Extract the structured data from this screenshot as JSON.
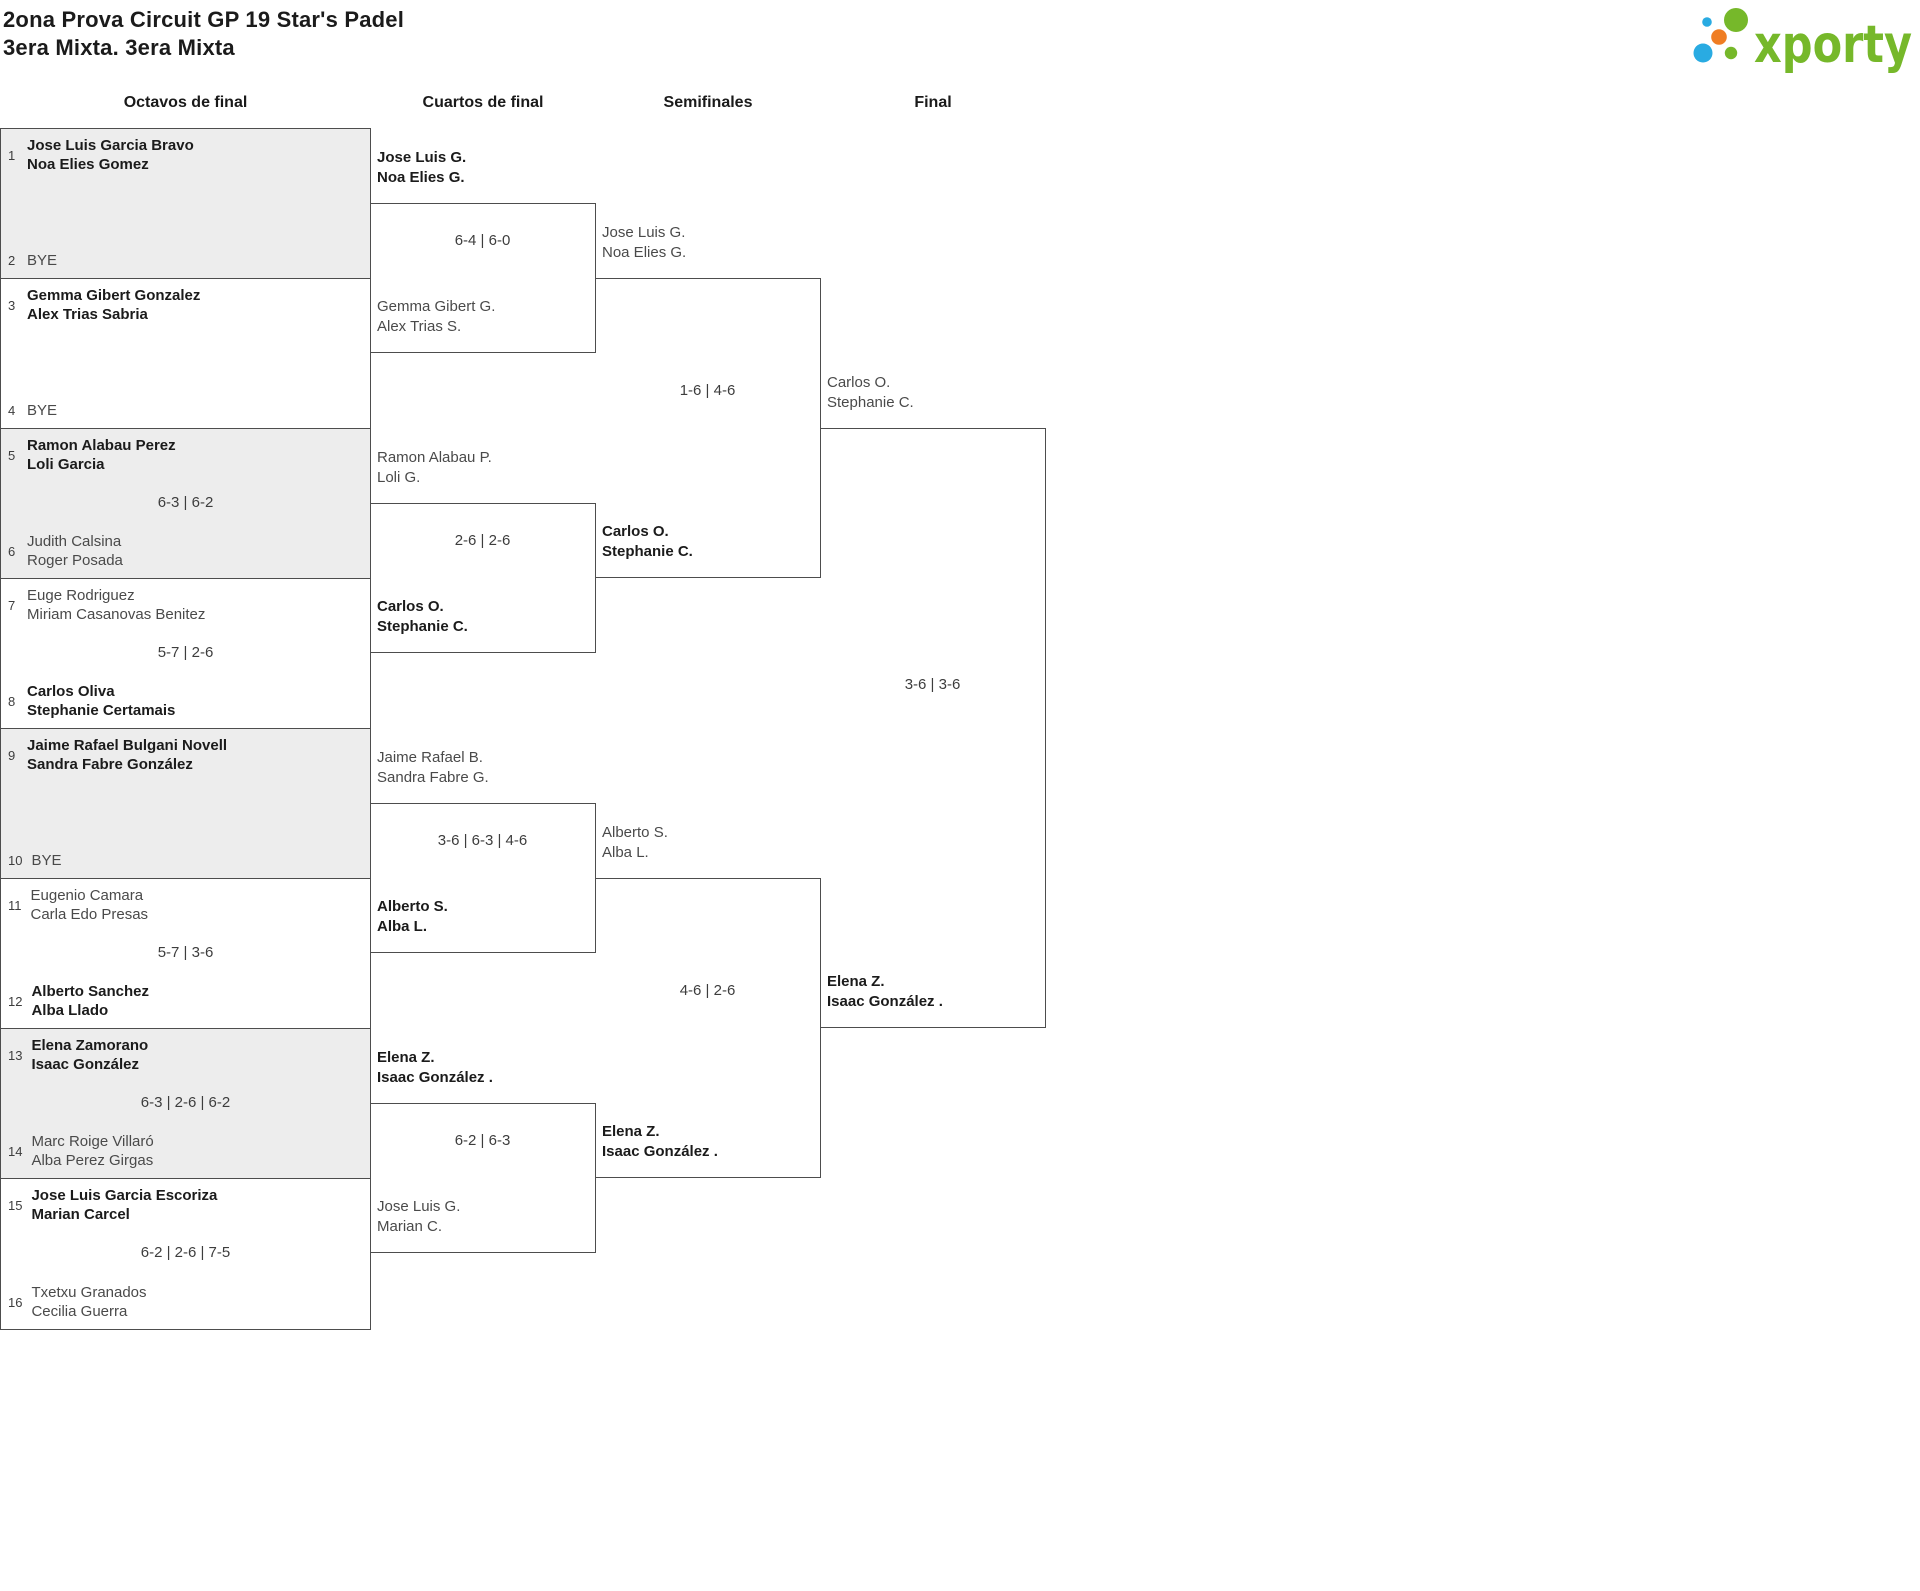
{
  "header": {
    "title": "2ona Prova Circuit GP 19 Star's Padel",
    "subtitle": "3era Mixta. 3era Mixta",
    "logo_text": "xporty"
  },
  "round_headers": [
    "Octavos de final",
    "Cuartos de final",
    "Semifinales",
    "Final"
  ],
  "bracket": {
    "r16": [
      {
        "top_seed": "1",
        "top": [
          "Jose Luis Garcia Bravo",
          "Noa Elies Gomez"
        ],
        "top_winner": true,
        "score": "",
        "bottom_seed": "2",
        "bottom": [
          "BYE",
          ""
        ],
        "bottom_winner": false
      },
      {
        "top_seed": "3",
        "top": [
          "Gemma Gibert Gonzalez",
          "Alex Trias Sabria"
        ],
        "top_winner": true,
        "score": "",
        "bottom_seed": "4",
        "bottom": [
          "BYE",
          ""
        ],
        "bottom_winner": false
      },
      {
        "top_seed": "5",
        "top": [
          "Ramon Alabau Perez",
          "Loli Garcia"
        ],
        "top_winner": true,
        "score": "6-3 | 6-2",
        "bottom_seed": "6",
        "bottom": [
          "Judith Calsina",
          "Roger Posada"
        ],
        "bottom_winner": false
      },
      {
        "top_seed": "7",
        "top": [
          "Euge Rodriguez",
          "Miriam Casanovas Benitez"
        ],
        "top_winner": false,
        "score": "5-7 | 2-6",
        "bottom_seed": "8",
        "bottom": [
          "Carlos Oliva",
          "Stephanie Certamais"
        ],
        "bottom_winner": true
      },
      {
        "top_seed": "9",
        "top": [
          "Jaime Rafael Bulgani Novell",
          "Sandra Fabre González"
        ],
        "top_winner": true,
        "score": "",
        "bottom_seed": "10",
        "bottom": [
          "BYE",
          ""
        ],
        "bottom_winner": false
      },
      {
        "top_seed": "11",
        "top": [
          "Eugenio Camara",
          "Carla Edo Presas"
        ],
        "top_winner": false,
        "score": "5-7 | 3-6",
        "bottom_seed": "12",
        "bottom": [
          "Alberto Sanchez",
          "Alba Llado"
        ],
        "bottom_winner": true
      },
      {
        "top_seed": "13",
        "top": [
          "Elena Zamorano",
          "Isaac González"
        ],
        "top_winner": true,
        "score": "6-3 | 2-6 | 6-2",
        "bottom_seed": "14",
        "bottom": [
          "Marc Roige Villaró",
          "Alba Perez Girgas"
        ],
        "bottom_winner": false
      },
      {
        "top_seed": "15",
        "top": [
          "Jose Luis Garcia Escoriza",
          "Marian Carcel"
        ],
        "top_winner": true,
        "score": "6-2 | 2-6 | 7-5",
        "bottom_seed": "16",
        "bottom": [
          "Txetxu Granados",
          "Cecilia Guerra"
        ],
        "bottom_winner": false
      }
    ],
    "quarterfinals": [
      {
        "top": [
          "Jose Luis G.",
          "Noa Elies G."
        ],
        "top_winner": true,
        "score": "6-4 | 6-0",
        "bottom": [
          "Gemma Gibert G.",
          "Alex Trias S."
        ],
        "bottom_winner": false
      },
      {
        "top": [
          "Ramon Alabau P.",
          "Loli G."
        ],
        "top_winner": false,
        "score": "2-6 | 2-6",
        "bottom": [
          "Carlos O.",
          "Stephanie C."
        ],
        "bottom_winner": true
      },
      {
        "top": [
          "Jaime Rafael B.",
          "Sandra Fabre G."
        ],
        "top_winner": false,
        "score": "3-6 | 6-3 | 4-6",
        "bottom": [
          "Alberto S.",
          "Alba L."
        ],
        "bottom_winner": true
      },
      {
        "top": [
          "Elena Z.",
          "Isaac González ."
        ],
        "top_winner": true,
        "score": "6-2 | 6-3",
        "bottom": [
          "Jose Luis G.",
          "Marian C."
        ],
        "bottom_winner": false
      }
    ],
    "semifinals": [
      {
        "top": [
          "Jose Luis G.",
          "Noa Elies G."
        ],
        "top_winner": false,
        "score": "1-6 | 4-6",
        "bottom": [
          "Carlos O.",
          "Stephanie C."
        ],
        "bottom_winner": true
      },
      {
        "top": [
          "Alberto S.",
          "Alba L."
        ],
        "top_winner": false,
        "score": "4-6 | 2-6",
        "bottom": [
          "Elena Z.",
          "Isaac González ."
        ],
        "bottom_winner": true
      }
    ],
    "final": {
      "top": [
        "Carlos O.",
        "Stephanie C."
      ],
      "top_winner": false,
      "score": "3-6 | 3-6",
      "bottom": [
        "Elena Z.",
        "Isaac González ."
      ],
      "bottom_winner": true
    }
  },
  "colors": {
    "brand_green": "#76b82a",
    "brand_blue": "#29abe2",
    "brand_orange": "#ef7d23",
    "cell_gray": "#ededed",
    "line": "#4d4d4d"
  }
}
